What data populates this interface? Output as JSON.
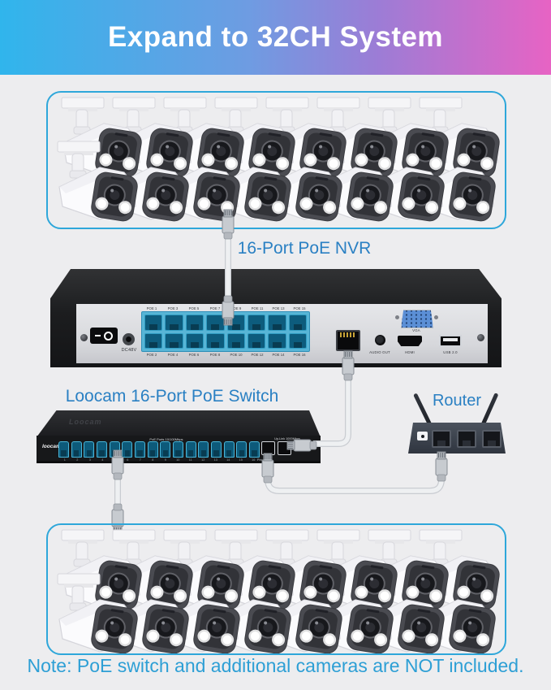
{
  "banner": {
    "title": "Expand to 32CH System"
  },
  "labels": {
    "nvr": "16-Port PoE NVR",
    "switch": "Loocam 16-Port PoE Switch",
    "router": "Router",
    "note": "Note: PoE switch and additional cameras are NOT included."
  },
  "cameras": {
    "top_count": 16,
    "bottom_count": 16
  },
  "nvr": {
    "dc_label": "DC48V",
    "poe_top_labels": [
      "POE 1",
      "POE 3",
      "POE 5",
      "POE 7",
      "POE 9",
      "POE 11",
      "POE 13",
      "POE 15"
    ],
    "poe_bottom_labels": [
      "POE 2",
      "POE 4",
      "POE 6",
      "POE 8",
      "POE 10",
      "POE 12",
      "POE 14",
      "POE 16"
    ],
    "audio_label": "AUDIO OUT",
    "hdmi_label": "HDMI",
    "vga_label": "VGA",
    "usb_label": "USB 2.0"
  },
  "switch": {
    "brand_top": "Loocam",
    "brand_front": "loocam",
    "poe_ports_label": "PoE Ports 10/100Mbps",
    "uplink_label": "Up-Link 1000Mbps",
    "power_label": "Power",
    "port_numbers": [
      "1",
      "2",
      "3",
      "4",
      "5",
      "6",
      "7",
      "8",
      "9",
      "10",
      "11",
      "12",
      "13",
      "14",
      "15",
      "16"
    ]
  },
  "colors": {
    "banner_left": "#30b5ec",
    "banner_right": "#e763c4",
    "box_border": "#2ea7da",
    "label_blue": "#2a80c3",
    "note_blue": "#2d9fd5",
    "poe_block_cyan": "#58b5d6"
  }
}
